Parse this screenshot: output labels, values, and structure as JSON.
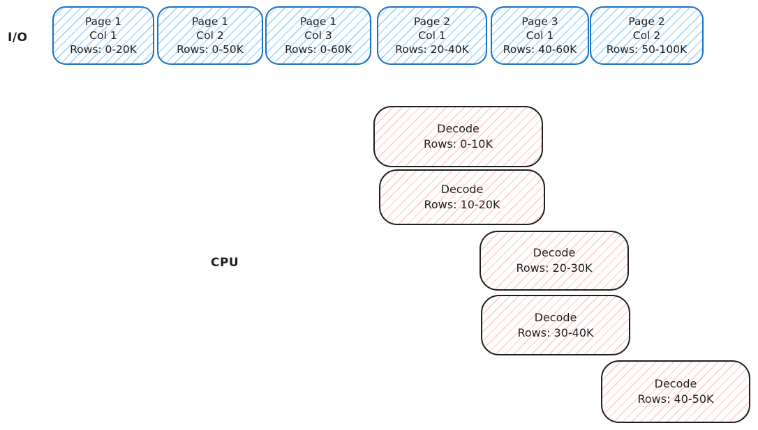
{
  "diagram": {
    "lanes": {
      "io_label": "I/O",
      "cpu_label": "CPU"
    },
    "io_boxes": [
      {
        "page": "Page 1",
        "col": "Col 1",
        "rows": "Rows: 0-20K"
      },
      {
        "page": "Page 1",
        "col": "Col 2",
        "rows": "Rows: 0-50K"
      },
      {
        "page": "Page 1",
        "col": "Col 3",
        "rows": "Rows: 0-60K"
      },
      {
        "page": "Page 2",
        "col": "Col 1",
        "rows": "Rows: 20-40K"
      },
      {
        "page": "Page 3",
        "col": "Col 1",
        "rows": "Rows: 40-60K"
      },
      {
        "page": "Page 2",
        "col": "Col 2",
        "rows": "Rows: 50-100K"
      }
    ],
    "cpu_boxes": [
      {
        "op": "Decode",
        "rows": "Rows: 0-10K"
      },
      {
        "op": "Decode",
        "rows": "Rows: 10-20K"
      },
      {
        "op": "Decode",
        "rows": "Rows: 20-30K"
      },
      {
        "op": "Decode",
        "rows": "Rows: 30-40K"
      },
      {
        "op": "Decode",
        "rows": "Rows: 40-50K"
      }
    ],
    "colors": {
      "io_border": "#1971c2",
      "io_hatch": "#a5d8ff",
      "cpu_border": "#1e1e1e",
      "cpu_hatch": "#ffc9c9",
      "text": "#1e1e1e",
      "background": "#ffffff"
    }
  }
}
